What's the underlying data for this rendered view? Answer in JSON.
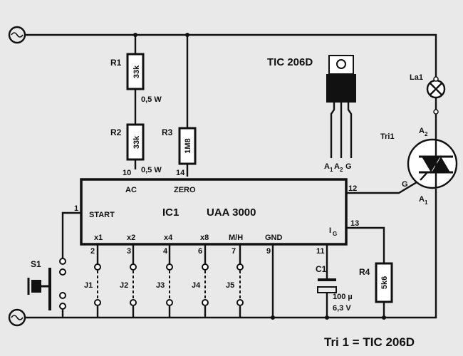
{
  "resistors": {
    "r1": {
      "name": "R1",
      "value": "33k",
      "power": "0,5 W"
    },
    "r2": {
      "name": "R2",
      "value": "33k",
      "power": "0,5 W"
    },
    "r3": {
      "name": "R3",
      "value": "1M8"
    },
    "r4": {
      "name": "R4",
      "value": "5k6"
    }
  },
  "ic": {
    "name": "IC1",
    "part": "UAA 3000",
    "pins": {
      "ac": "AC",
      "zero": "ZERO",
      "start": "START",
      "x1": "x1",
      "x2": "x2",
      "x4": "x4",
      "x8": "x8",
      "mh": "M/H",
      "gnd": "GND",
      "ig": "I",
      "ig_sub": "G"
    },
    "pin_numbers": {
      "ac": "10",
      "zero": "14",
      "start": "1",
      "x1": "2",
      "x2": "3",
      "x4": "4",
      "x8": "6",
      "mh": "7",
      "gnd": "9",
      "c1": "11",
      "out": "12",
      "ig": "13"
    }
  },
  "jumpers": [
    "J1",
    "J2",
    "J3",
    "J4",
    "J5"
  ],
  "switch": "S1",
  "capacitor": {
    "name": "C1",
    "value": "100 µ",
    "voltage": "6,3 V"
  },
  "lamp": "La1",
  "triac": {
    "name": "Tri1",
    "a1": "A",
    "a1_sub": "1",
    "a2": "A",
    "a2_sub": "2",
    "gate": "G"
  },
  "package": {
    "title": "TIC 206D",
    "pins": [
      "A",
      "1",
      "A",
      "2",
      "G"
    ]
  },
  "footer": "Tri 1 = TIC 206D",
  "colors": {
    "ink": "#111111",
    "paper": "#e9e9e9"
  }
}
